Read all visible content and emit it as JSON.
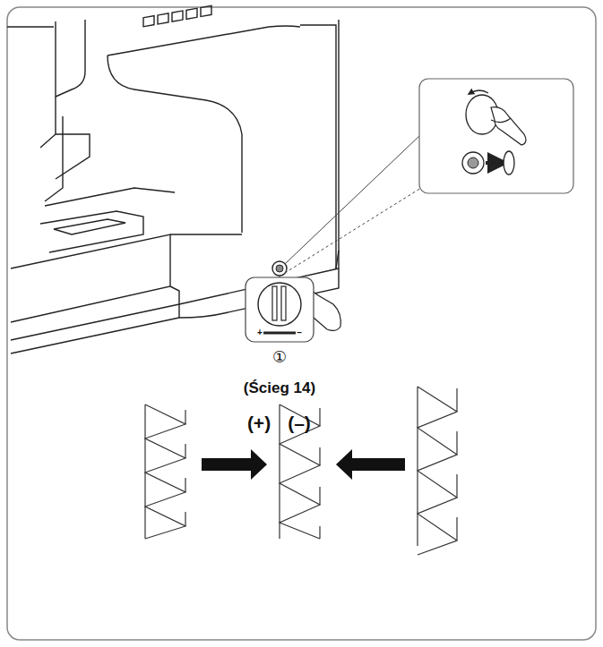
{
  "diagram": {
    "labels": [
      "①",
      "(Ścieg 14)",
      "(+)",
      "(–)",
      "+",
      "–"
    ]
  }
}
